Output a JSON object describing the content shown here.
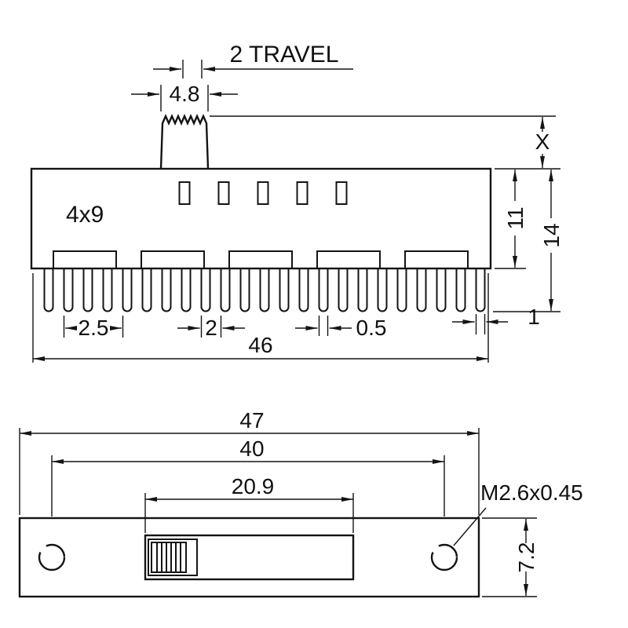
{
  "page": {
    "background": "#ffffff",
    "ink": "#141414"
  },
  "top_view": {
    "travel_label": "2 TRAVEL",
    "knob_width": "4.8",
    "part_marking": "4x9",
    "knob_height": "X",
    "overall_height": "14",
    "body_height": "11",
    "terminal_end_width": "1",
    "terminal_pitch": "2.5",
    "terminal_spacing": "2",
    "terminal_thickness": "0.5",
    "body_width": "46"
  },
  "front_view": {
    "flange_width": "47",
    "mounting_hole_spacing": "40",
    "slot_length": "20.9",
    "mounting_hole_thread": "M2.6x0.45",
    "flange_height": "7.2"
  }
}
